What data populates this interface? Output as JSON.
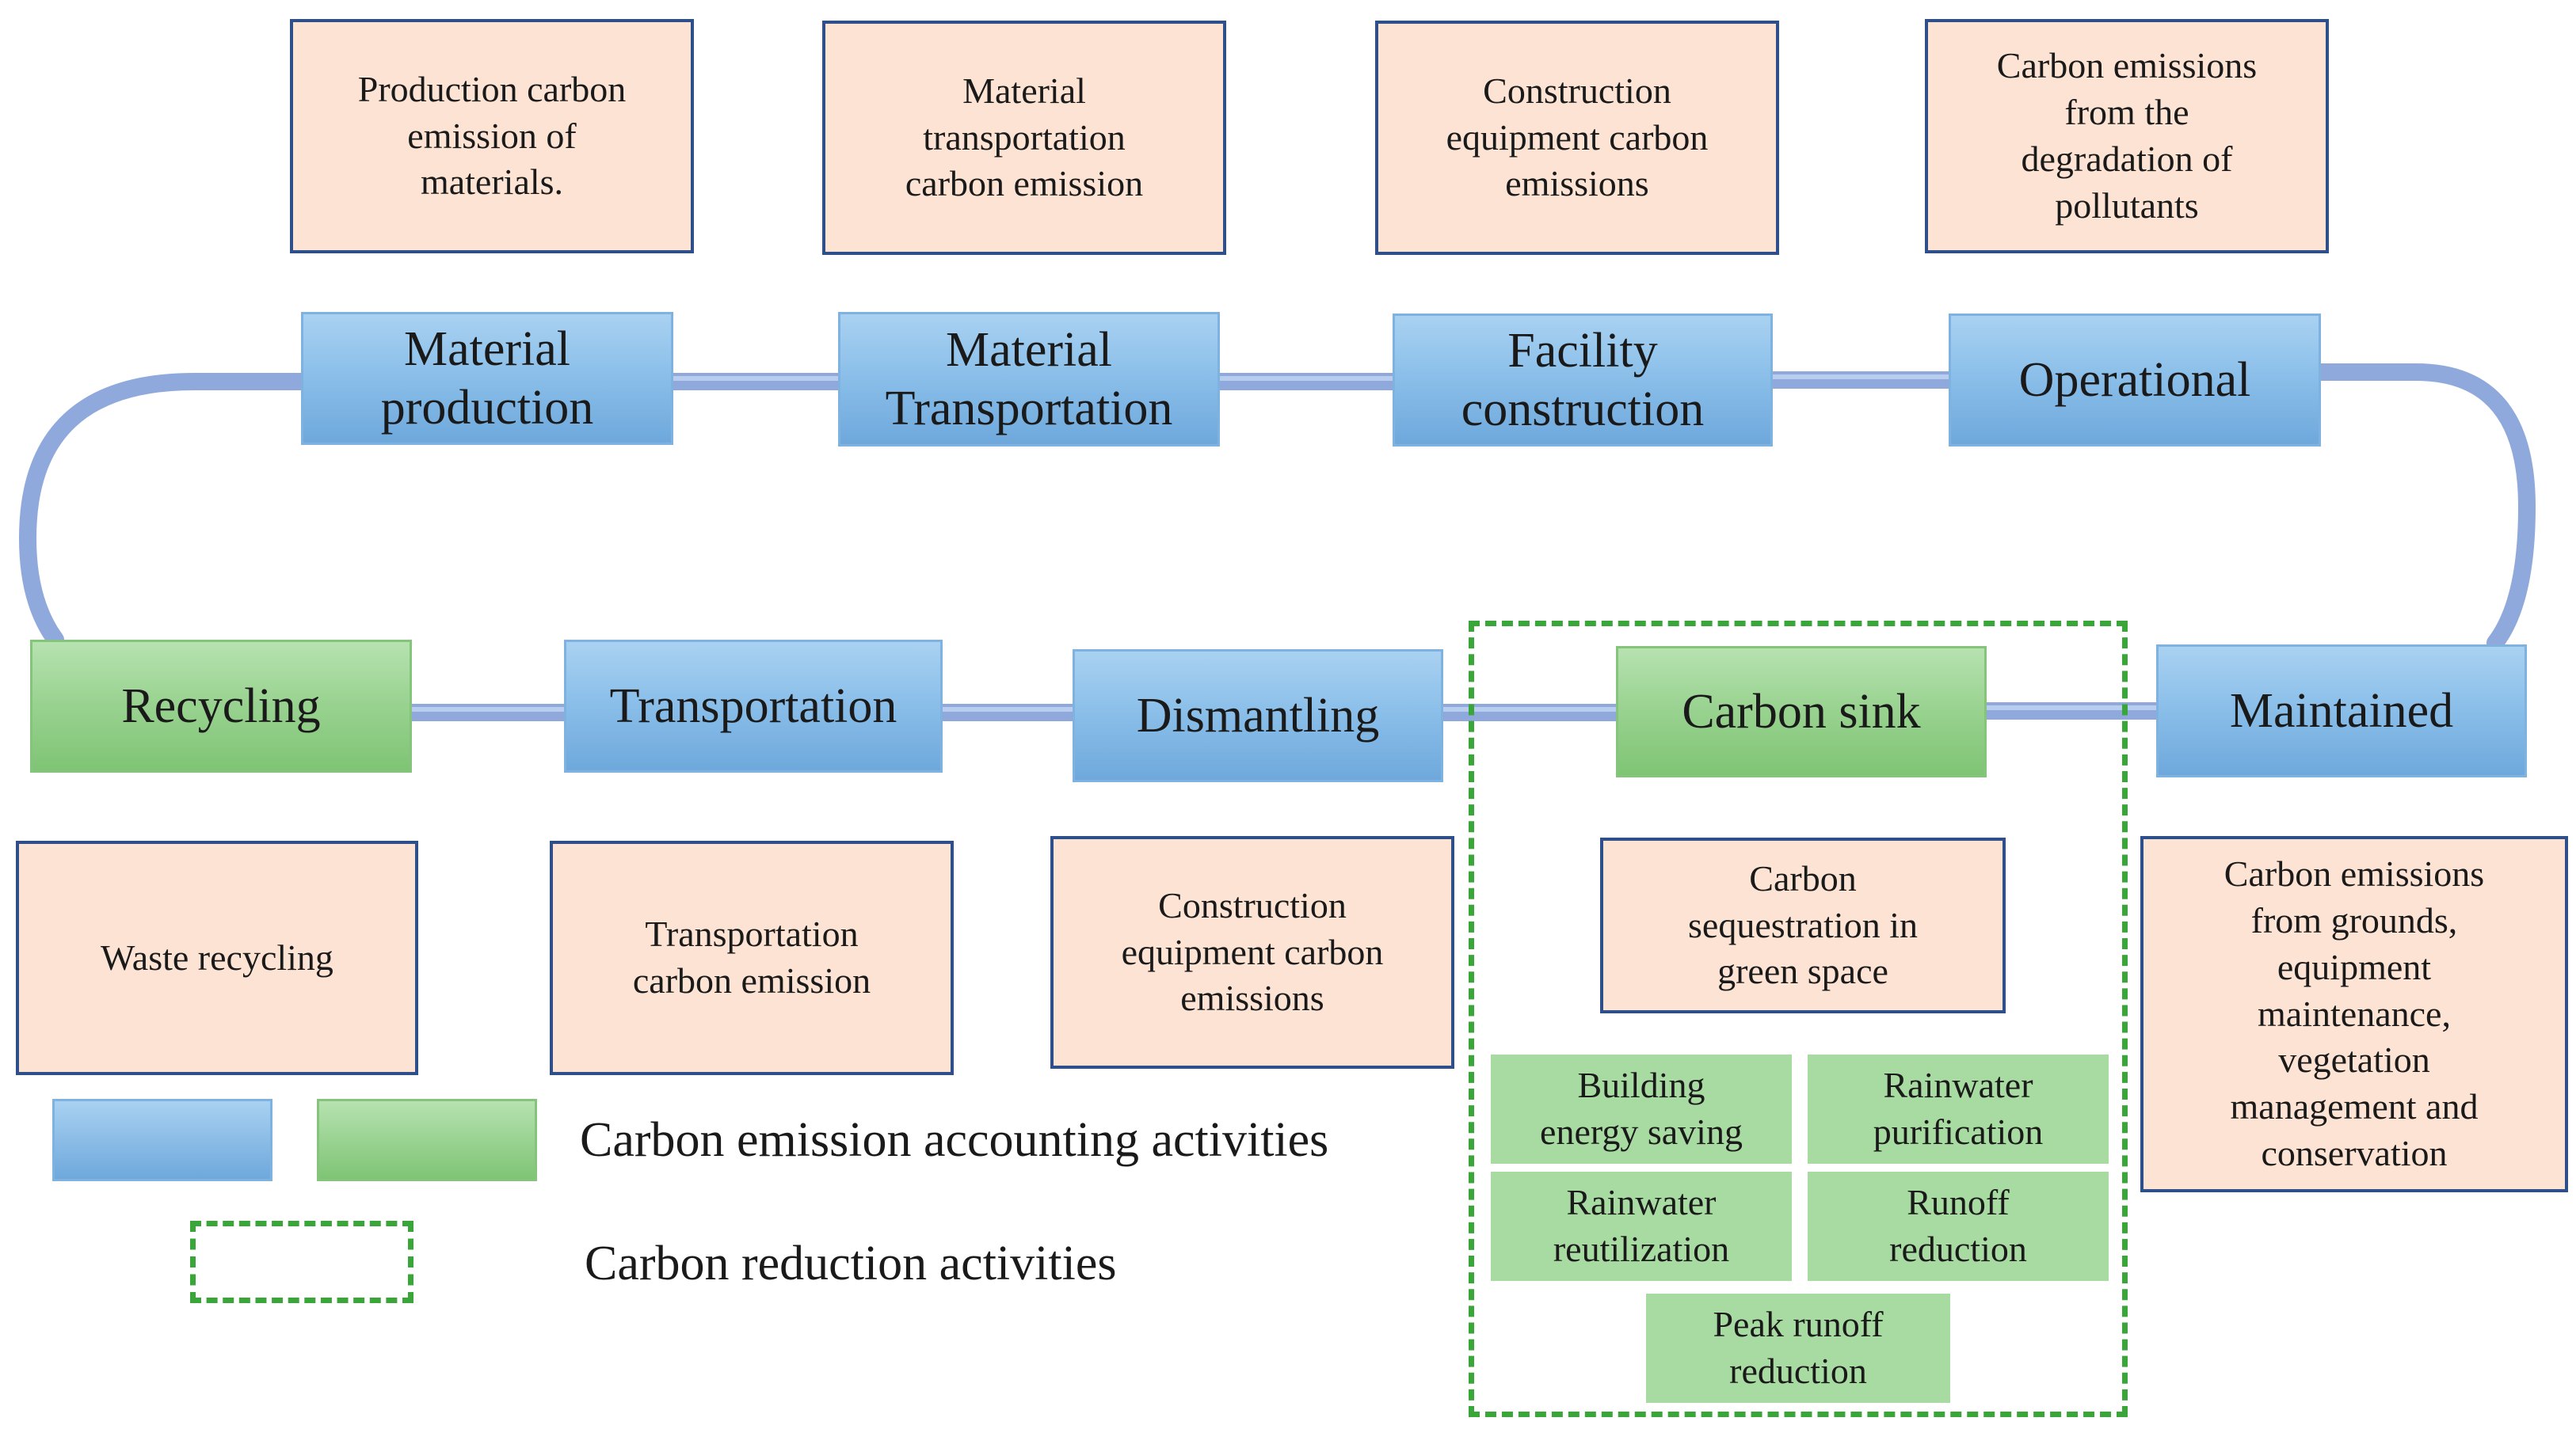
{
  "top_notes": [
    "Production carbon\nemission of\nmaterials.",
    "Material\ntransportation\ncarbon emission",
    "Construction\nequipment carbon\nemissions",
    "Carbon emissions\nfrom the\ndegradation of\npollutants"
  ],
  "top_stages": [
    "Material\nproduction",
    "Material\nTransportation",
    "Facility\nconstruction",
    "Operational"
  ],
  "bottom_stages": [
    "Recycling",
    "Transportation",
    "Dismantling",
    "Carbon sink",
    "Maintained"
  ],
  "bottom_notes": [
    "Waste recycling",
    "Transportation\ncarbon emission",
    "Construction\nequipment carbon\nemissions",
    "Carbon\nsequestration in\ngreen space",
    "Carbon emissions\nfrom grounds,\nequipment\nmaintenance,\nvegetation\nmanagement and\nconservation"
  ],
  "reduction_activities": [
    "Building\nenergy saving",
    "Rainwater\npurification",
    "Rainwater\nreutilization",
    "Runoff\nreduction",
    "Peak runoff\nreduction"
  ],
  "legend": {
    "accounting_label": "Carbon emission accounting activities",
    "reduction_label": "Carbon reduction activities"
  },
  "colors": {
    "accounting_blue": "#8cc0ea",
    "accounting_green": "#98d28f",
    "note_fill": "#fde3d3",
    "note_border": "#2e4f8a",
    "reduction_border": "#3aa63a",
    "connector": "#8fa9dc"
  }
}
